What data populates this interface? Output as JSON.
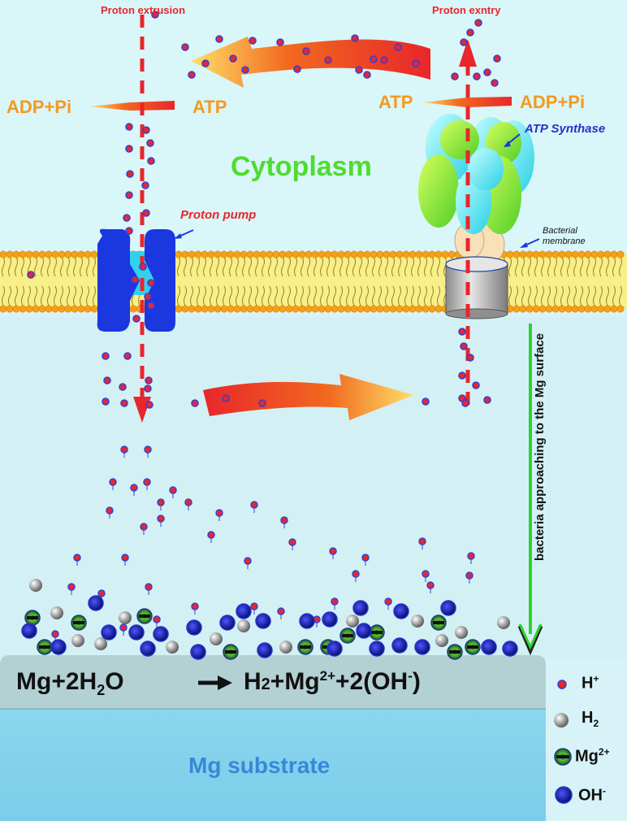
{
  "labels": {
    "proton_extrusion": "Proton extrusion",
    "proton_entry": "Proton exntry",
    "adp_left": "ADP+Pi",
    "atp_left": "ATP",
    "atp_right": "ATP",
    "adp_right": "ADP+Pi",
    "cytoplasm": "Cytoplasm",
    "atp_synthase": "ATP Synthase",
    "proton_pump": "Proton pump",
    "bacterial_membrane_line1": "Bacterial",
    "bacterial_membrane_line2": "membrane",
    "bacteria_approaching": "bacteria approaching to the Mg surface",
    "mg_substrate": "Mg substrate"
  },
  "equation": {
    "reactant": "Mg+2H",
    "reactant_sub": "2",
    "reactant_tail": "O",
    "product_h2": "H",
    "product_h2_sub": "2",
    "product_mg": "+Mg",
    "product_mg_sup": "2+",
    "product_oh": "+2(OH",
    "product_oh_sup": "-",
    "product_close": ")"
  },
  "legend": [
    {
      "symbol": "H",
      "sup": "+",
      "sub": "",
      "icon": "h-plus-icon"
    },
    {
      "symbol": "H",
      "sup": "",
      "sub": "2",
      "icon": "h2-icon"
    },
    {
      "symbol": "Mg",
      "sup": "2+",
      "sub": "",
      "icon": "mg-icon"
    },
    {
      "symbol": "OH",
      "sup": "-",
      "sub": "",
      "icon": "oh-icon"
    }
  ],
  "colors": {
    "background": "#d7f3f7",
    "substrate_top": "#b5d3d6",
    "substrate": "#8ad6ee",
    "arrow_red": "#e8262b",
    "label_orange": "#f39a1e",
    "cytoplasm_green": "#4fdc2f",
    "pump_blue": "#1a37e0",
    "proton_red": "#e8262b",
    "proton_blue": "#3b3fd0"
  }
}
